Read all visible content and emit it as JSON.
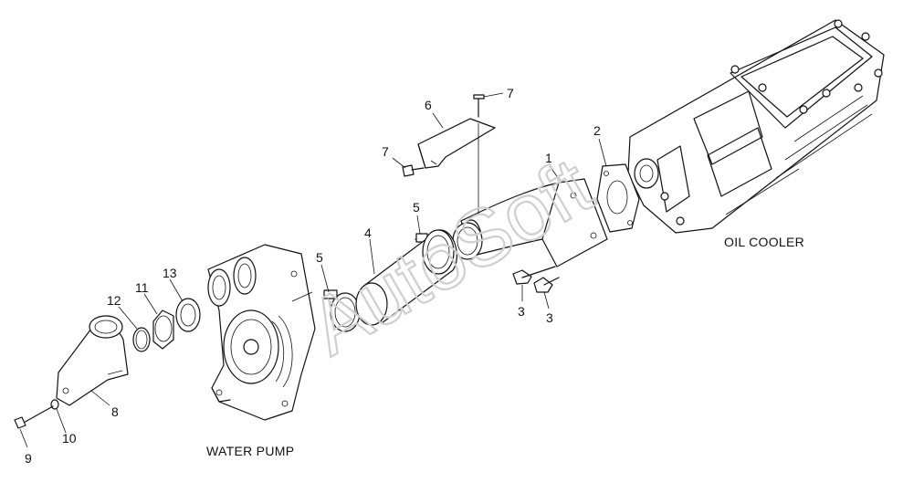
{
  "labels": {
    "oil_cooler": "OIL COOLER",
    "water_pump": "WATER PUMP"
  },
  "watermark": "AutoSoft",
  "callouts": [
    "1",
    "2",
    "3",
    "3",
    "4",
    "5",
    "5",
    "6",
    "7",
    "7",
    "8",
    "9",
    "10",
    "11",
    "12",
    "13"
  ]
}
